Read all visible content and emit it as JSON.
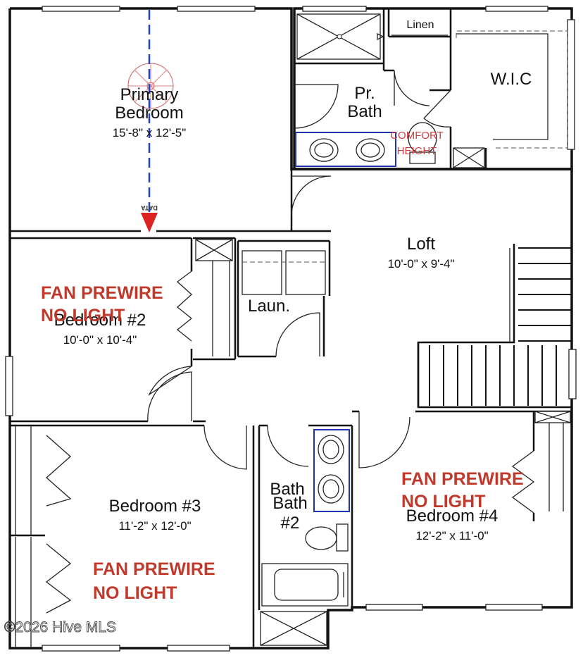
{
  "rooms": {
    "primary_bedroom": {
      "name_line1": "Primary",
      "name_line2": "Bedroom",
      "dims": "15'-8\" x 12'-5\""
    },
    "linen": {
      "name": "Linen"
    },
    "pr_bath": {
      "name_line1": "Pr.",
      "name_line2": "Bath"
    },
    "wic": {
      "name": "W.I.C"
    },
    "comfort_height": {
      "line1": "COMFORT",
      "line2": "HEIGHT"
    },
    "loft": {
      "name": "Loft",
      "dims": "10'-0\" x 9'-4\""
    },
    "bedroom2": {
      "name": "Bedroom #2",
      "dims": "10'-0\" x 10'-4\""
    },
    "laundry": {
      "name": "Laun."
    },
    "bedroom3": {
      "name": "Bedroom #3",
      "dims": "11'-2\" x 12'-0\""
    },
    "bath2": {
      "ghost": "Bath",
      "name_line1": "Bath",
      "name_line2": "#2"
    },
    "bedroom4": {
      "name": "Bedroom #4",
      "dims": "12'-2\" x 11'-0\""
    }
  },
  "notes": {
    "fan_line1": "FAN PREWIRE",
    "fan_line2": "NO LIGHT"
  },
  "data_marker": {
    "label": "DATA",
    "color": "#dd2222"
  },
  "watermark": {
    "text": "©2026 Hive MLS"
  },
  "colors": {
    "note_red": "#c0392b",
    "fixture_blue": "#2233aa",
    "data_blue": "#2244cc"
  }
}
